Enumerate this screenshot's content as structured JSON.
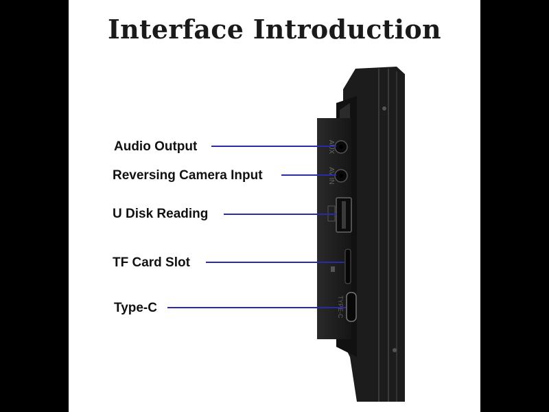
{
  "title": "Interface Introduction",
  "callouts": [
    {
      "label": "Audio Output"
    },
    {
      "label": "Reversing Camera Input"
    },
    {
      "label": "U Disk Reading"
    },
    {
      "label": "TF Card Slot"
    },
    {
      "label": "Type-C"
    }
  ],
  "device_markings": {
    "aux": "AUX",
    "av_in": "AV IN",
    "type_c": "TYPE-C"
  },
  "colors": {
    "background": "#ffffff",
    "side_bars": "#000000",
    "callout_line": "#2a2aa8",
    "device_body": "#1e1e1e",
    "text": "#111111"
  }
}
